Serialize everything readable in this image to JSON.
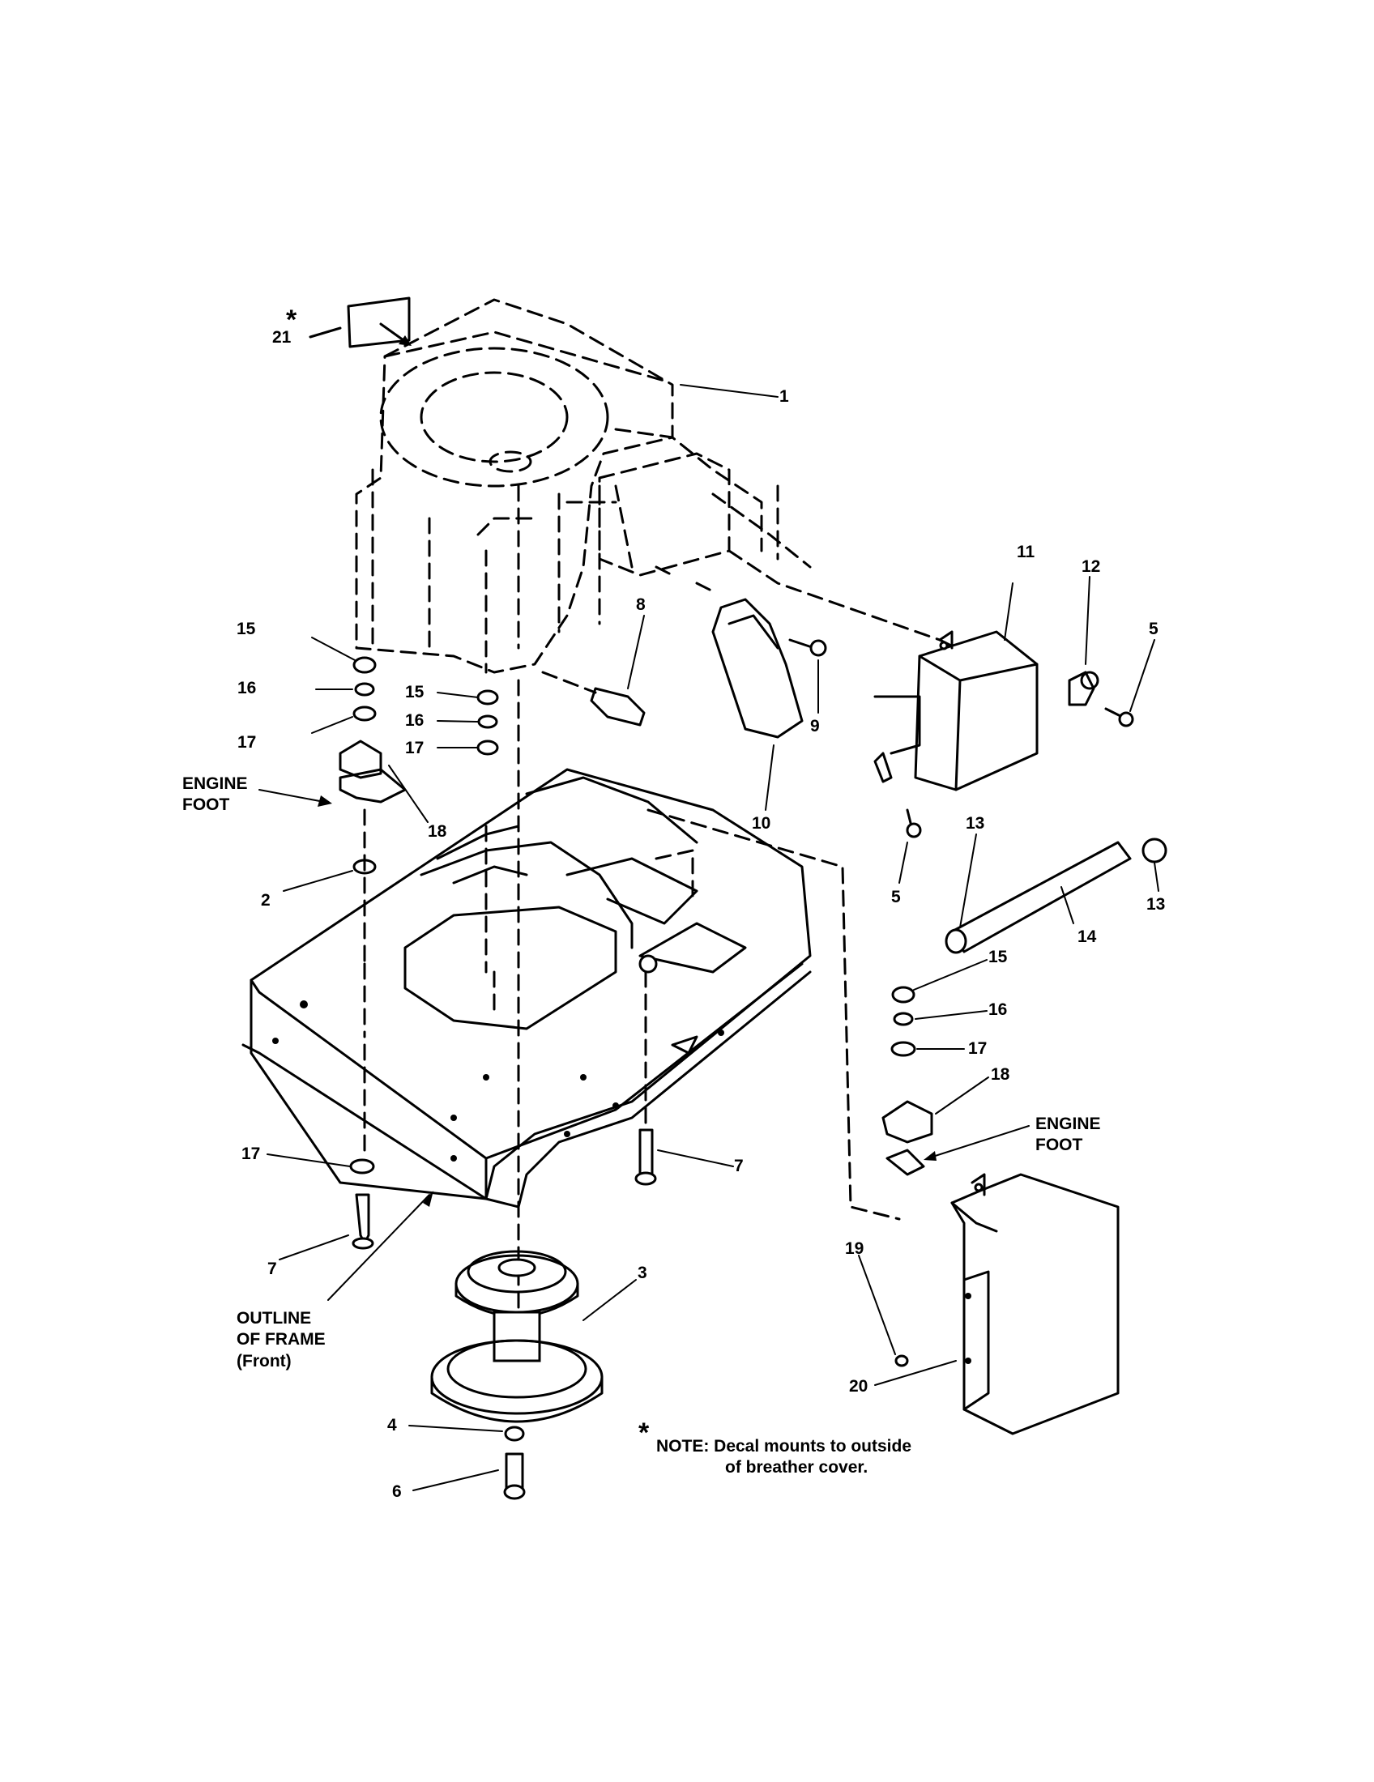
{
  "callouts": {
    "c1": "1",
    "c2": "2",
    "c3": "3",
    "c4": "4",
    "c5a": "5",
    "c5b": "5",
    "c6": "6",
    "c7a": "7",
    "c7b": "7",
    "c8": "8",
    "c9": "9",
    "c10": "10",
    "c11": "11",
    "c12": "12",
    "c13a": "13",
    "c13b": "13",
    "c14": "14",
    "c15a": "15",
    "c15b": "15",
    "c15c": "15",
    "c16a": "16",
    "c16b": "16",
    "c16c": "16",
    "c17a": "17",
    "c17b": "17",
    "c17c": "17",
    "c17d": "17",
    "c18a": "18",
    "c18b": "18",
    "c19": "19",
    "c20": "20",
    "c21": "21"
  },
  "labels": {
    "engine_foot_left": [
      "ENGINE",
      "FOOT"
    ],
    "engine_foot_right": [
      "ENGINE",
      "FOOT"
    ],
    "outline_of_frame": [
      "OUTLINE",
      "OF FRAME",
      "(Front)"
    ]
  },
  "note": {
    "asterisk": "*",
    "line1": "NOTE: Decal mounts to outside",
    "line2": "of breather cover."
  }
}
